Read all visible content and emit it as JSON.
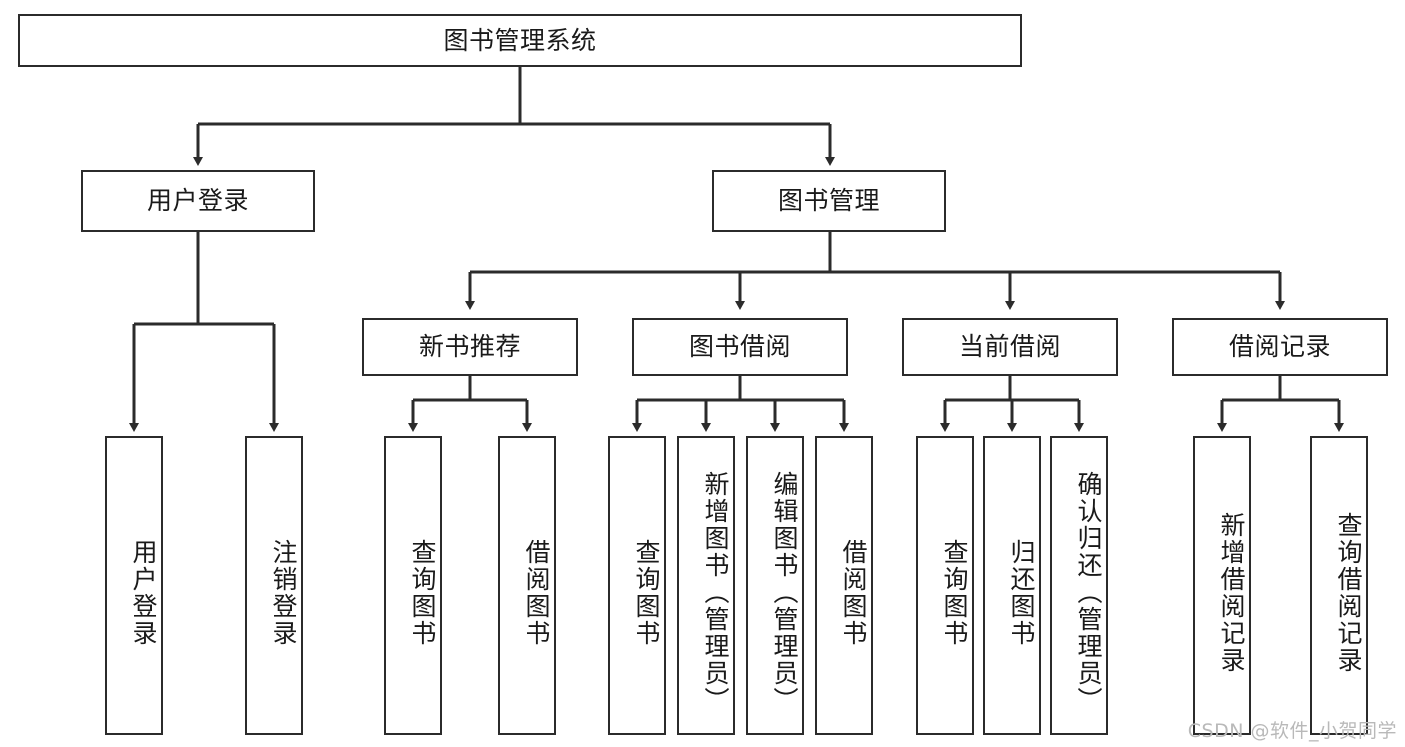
{
  "diagram": {
    "title": "图书管理系统",
    "type": "tree-hierarchy-diagram",
    "colors": {
      "box_border": "#2b2b2b",
      "box_fill": "#ffffff",
      "connector": "#2b2b2b",
      "text": "#1a1a1a",
      "watermark": "#b9b9b9"
    },
    "root": {
      "label": "图书管理系统"
    },
    "level1": [
      {
        "label": "用户登录"
      },
      {
        "label": "图书管理"
      }
    ],
    "level2": [
      {
        "label": "新书推荐"
      },
      {
        "label": "图书借阅"
      },
      {
        "label": "当前借阅"
      },
      {
        "label": "借阅记录"
      }
    ],
    "leaves": {
      "user_login": [
        {
          "label": "用户登录"
        },
        {
          "label": "注销登录"
        }
      ],
      "new_book_recommend": [
        {
          "label": "查询图书"
        },
        {
          "label": "借阅图书"
        }
      ],
      "book_borrow": [
        {
          "label": "查询图书"
        },
        {
          "label": "新增图书（管理员）"
        },
        {
          "label": "编辑图书（管理员）"
        },
        {
          "label": "借阅图书"
        }
      ],
      "current_borrow": [
        {
          "label": "查询图书"
        },
        {
          "label": "归还图书"
        },
        {
          "label": "确认归还（管理员）"
        }
      ],
      "borrow_record": [
        {
          "label": "新增借阅记录"
        },
        {
          "label": "查询借阅记录"
        }
      ]
    }
  },
  "watermark": {
    "text": "CSDN @软件_小贺同学"
  }
}
